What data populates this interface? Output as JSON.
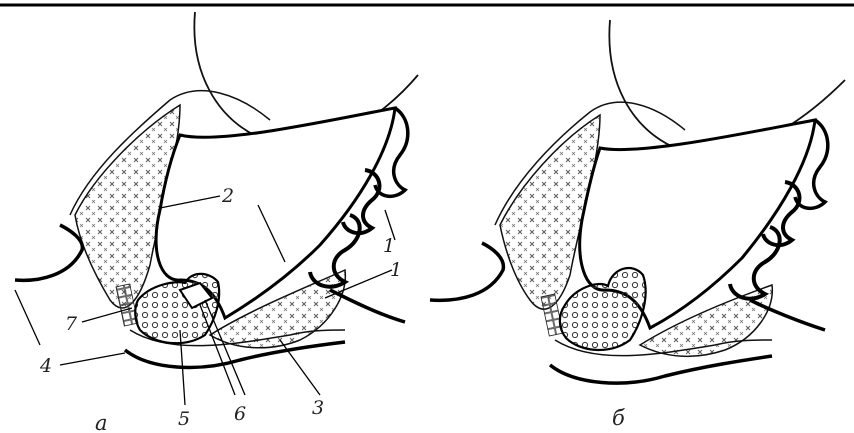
{
  "panels": [
    {
      "id": "a",
      "caption": "а"
    },
    {
      "id": "b",
      "caption": "б"
    }
  ],
  "labels": {
    "l1_top": "1",
    "l1_mid": "1",
    "l2": "2",
    "l3": "3",
    "l4": "4",
    "l5": "5",
    "l6": "6",
    "l7": "7"
  }
}
